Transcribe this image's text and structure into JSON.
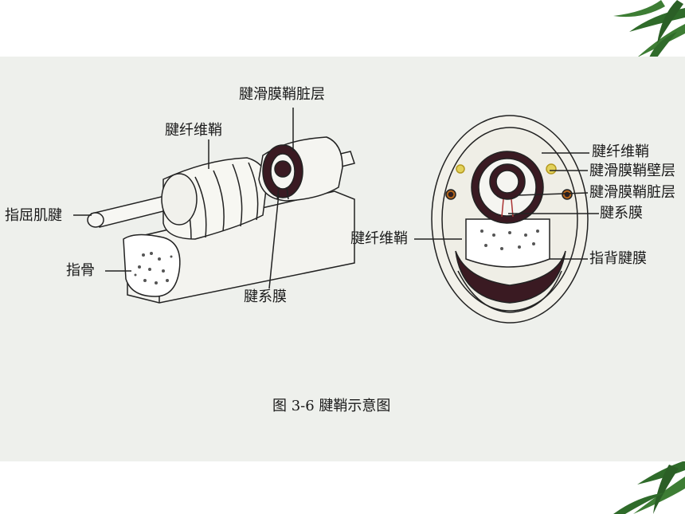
{
  "labels": {
    "left_visceral": "腱滑膜鞘脏层",
    "left_fibrous": "腱纤维鞘",
    "left_flexor": "指屈肌腱",
    "left_phalanx": "指骨",
    "left_mesotendon": "腱系膜",
    "right_fibrous_top": "腱纤维鞘",
    "right_parietal": "腱滑膜鞘壁层",
    "right_visceral": "腱滑膜鞘脏层",
    "right_mesotendon": "腱系膜",
    "right_fibrous_left": "腱纤维鞘",
    "right_extensor": "指背腱膜"
  },
  "caption": "图 3-6   腱鞘示意图",
  "colors": {
    "panel": "#eef0ec",
    "leaf": "#2f6b2a",
    "line": "#222222",
    "sheath_dark": "#3a1a22"
  }
}
